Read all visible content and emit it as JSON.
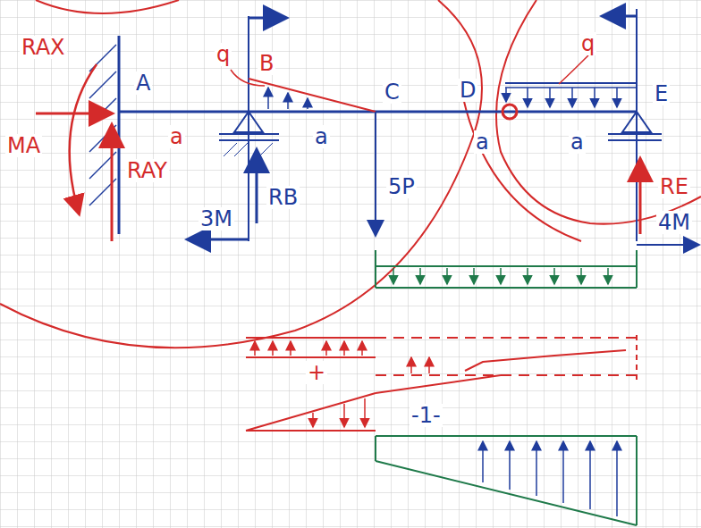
{
  "diagram": {
    "labels": [
      "RAX",
      "A",
      "q",
      "B",
      "C",
      "D",
      "q",
      "E",
      "MA",
      "a",
      "RAY",
      "a",
      "a",
      "a",
      "5P",
      "RB",
      "RE",
      "3M",
      "4M",
      "+",
      "-1-"
    ]
  }
}
